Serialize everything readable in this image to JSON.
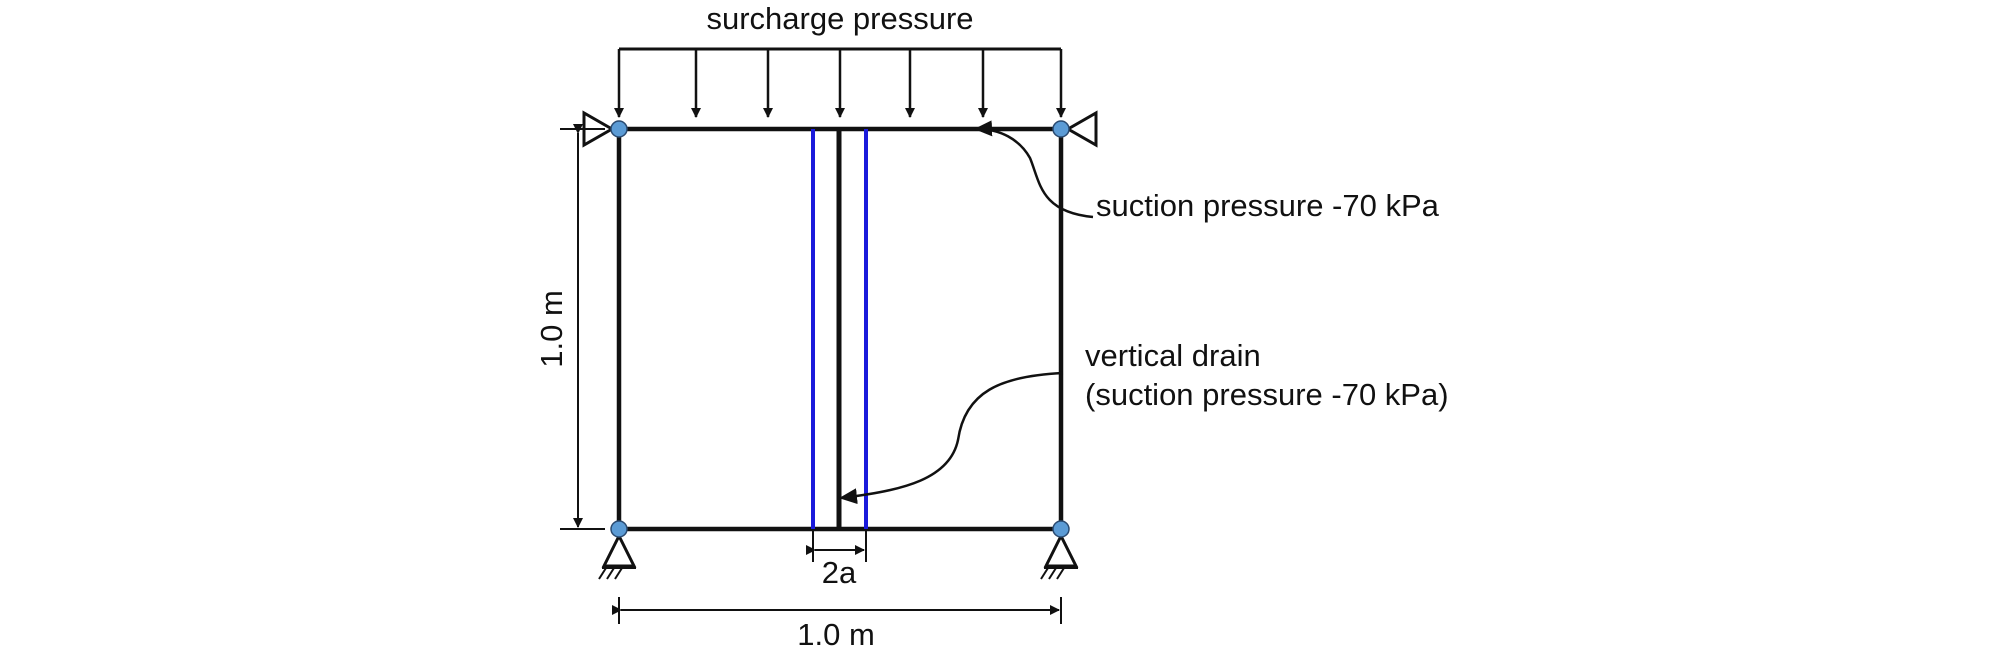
{
  "labels": {
    "surcharge": "surcharge pressure",
    "suction": "suction pressure -70 kPa",
    "drain_line1": "vertical drain",
    "drain_line2": "(suction pressure -70 kPa)",
    "height": "1.0 m",
    "width": "1.0 m",
    "drain_width": "2a"
  },
  "colors": {
    "line": "#111111",
    "drain_boundary": "#1a1adb",
    "node_fill": "#5b9bd5",
    "background": "#ffffff"
  },
  "boundary_conditions": {
    "top_supports": "roller",
    "bottom_supports": "pinned"
  }
}
